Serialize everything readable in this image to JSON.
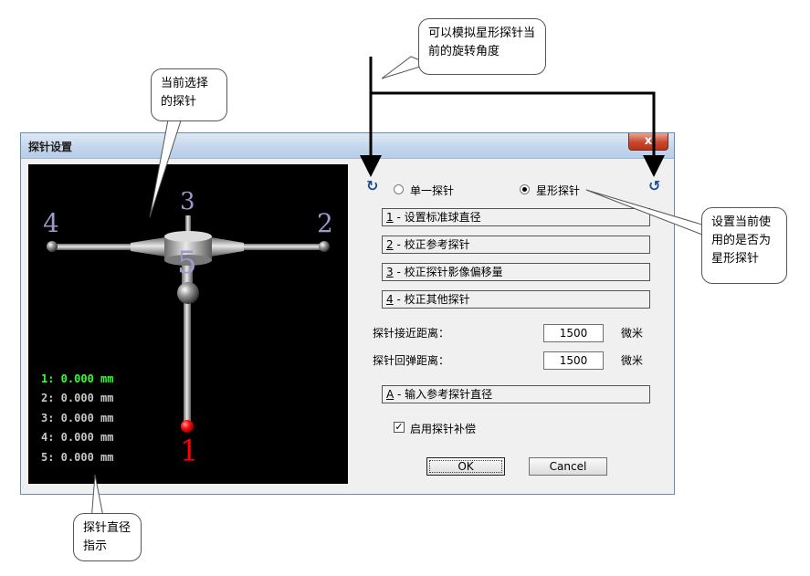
{
  "dialog": {
    "title": "探针设置",
    "close_label": "x"
  },
  "viewport": {
    "labels": {
      "top": "3",
      "left": "4",
      "right": "2",
      "center": "5",
      "bottom": "1"
    },
    "readouts": [
      "1: 0.000 mm",
      "2: 0.000 mm",
      "3: 0.000 mm",
      "4: 0.000 mm",
      "5: 0.000 mm"
    ]
  },
  "probe_type": {
    "single_label": "单一探针",
    "star_label": "星形探针",
    "selected": "star"
  },
  "functions": [
    {
      "key": "1",
      "label": " - 设置标准球直径"
    },
    {
      "key": "2",
      "label": " - 校正参考探针"
    },
    {
      "key": "3",
      "label": " - 校正探针影像偏移量"
    },
    {
      "key": "4",
      "label": " - 校正其他探针"
    }
  ],
  "approach": {
    "label": "探针接近距离：",
    "value": "1500",
    "unit": "微米"
  },
  "retract": {
    "label": "探针回弹距离：",
    "value": "1500",
    "unit": "微米"
  },
  "input_ref": {
    "key": "A",
    "label": " - 输入参考探针直径"
  },
  "compensation": {
    "label": "启用探针补偿",
    "checked": true
  },
  "buttons": {
    "ok": "OK",
    "cancel": "Cancel"
  },
  "callouts": {
    "rotation": "可以模拟星形探针当前的旋转角度",
    "current_probe": "当前选择的探针",
    "star_mode": "设置当前使用的是否为星形探针",
    "diameter": "探针直径指示"
  },
  "colors": {
    "active_readout": "#33ff33",
    "inactive_readout": "#c8c8c8",
    "probe_one": "#ff0000",
    "axis_label": "#9a9acd"
  }
}
